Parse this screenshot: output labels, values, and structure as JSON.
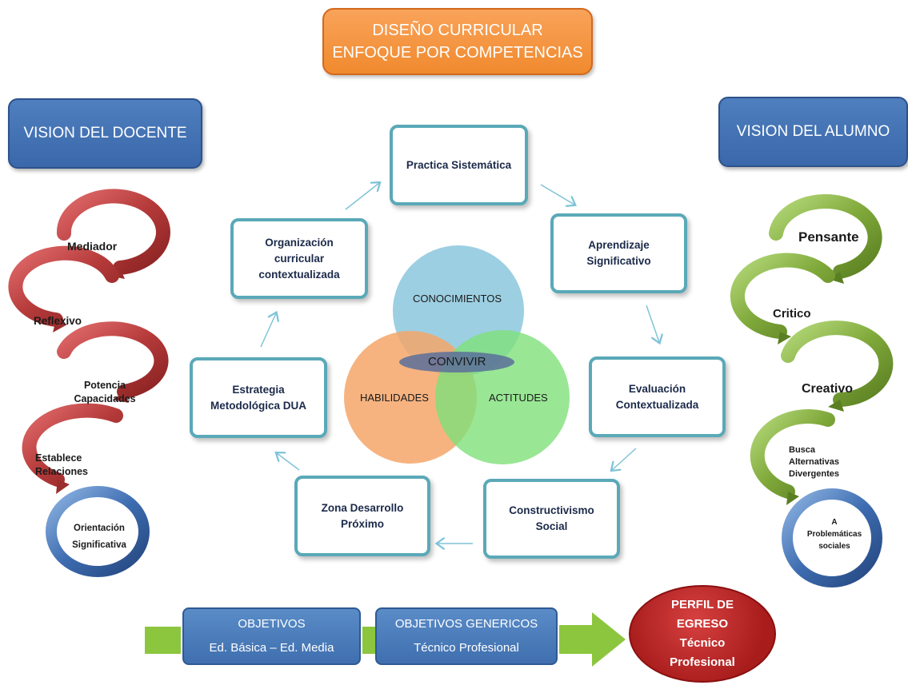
{
  "title": {
    "line1": "DISEÑO CURRICULAR",
    "line2": "ENFOQUE POR COMPETENCIAS"
  },
  "vision_docente": "VISION DEL DOCENTE",
  "vision_alumno": "VISION DEL ALUMNO",
  "cycle": {
    "practica": "Practica Sistemática",
    "aprendizaje": "Aprendizaje\nSignificativo",
    "evaluacion": "Evaluación\nContextualizada",
    "constructivismo": "Constructivismo\nSocial",
    "zona": "Zona Desarrollo\nPróximo",
    "estrategia": "Estrategia\nMetodológica  DUA",
    "organizacion": "Organización\ncurricular\ncontextualizada"
  },
  "venn": {
    "conocimientos": "CONOCIMIENTOS",
    "habilidades": "HABILIDADES",
    "actitudes": "ACTITUDES",
    "convivir": "CONVIVIR"
  },
  "docente": {
    "mediador": "Mediador",
    "reflexivo": "Reflexivo",
    "potencia": "Potencia\nCapacidades",
    "establece": "Establece\nRelaciones",
    "orientacion": "Orientación\nSignificativa"
  },
  "alumno": {
    "pensante": "Pensante",
    "critico": "Critico",
    "creativo": "Creativo",
    "busca": "Busca\nAlternativas\nDivergentes",
    "problematicas": "A\nProblemáticas\nsociales"
  },
  "bottom": {
    "obj1_line1": "OBJETIVOS",
    "obj1_line2": "Ed. Básica – Ed. Media",
    "obj2_line1": "OBJETIVOS GENERICOS",
    "obj2_line2": "Técnico Profesional",
    "perfil_line1": "PERFIL  DE",
    "perfil_line2": "EGRESO",
    "perfil_line3": "Técnico",
    "perfil_line4": "Profesional"
  },
  "colors": {
    "orange": "#f08a2e",
    "blue": "#3a68aa",
    "teal": "#5aa9b8",
    "red_spiral": "#b53a3a",
    "green_spiral": "#7fa83a",
    "perfil_red": "#b52020",
    "arrow_green": "#8cc63f"
  }
}
